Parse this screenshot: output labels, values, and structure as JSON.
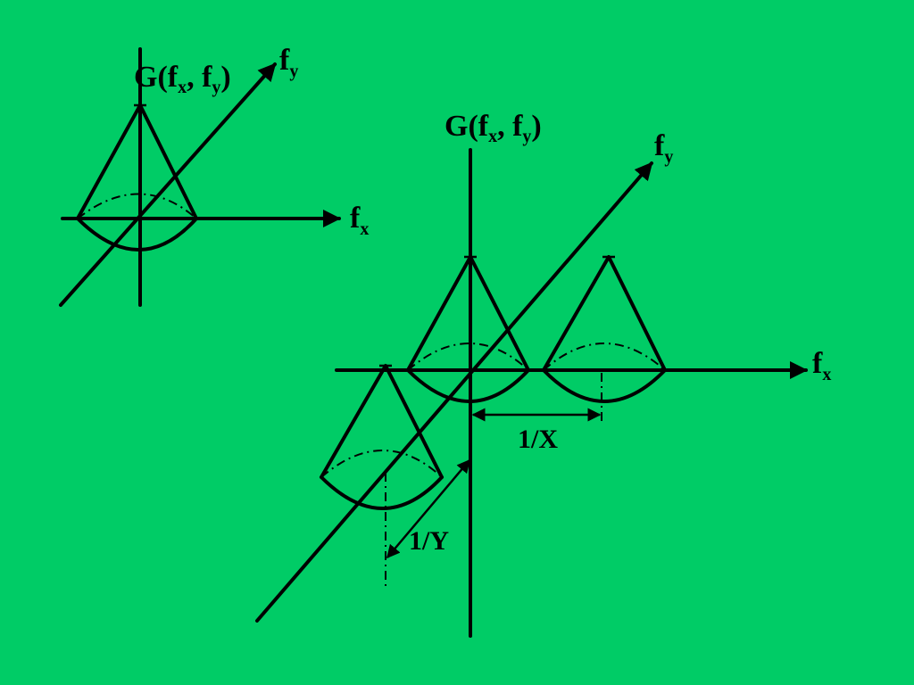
{
  "background": "#00cc66",
  "line_color": "#000000",
  "small_diagram": {
    "g_func": {
      "main": "G(f",
      "sub1": "x",
      "sep": ", f",
      "sub2": "y",
      "close": ")"
    },
    "fy": {
      "main": "f",
      "sub": "y"
    },
    "fx": {
      "main": "f",
      "sub": "x"
    }
  },
  "large_diagram": {
    "g_func": {
      "main": "G(f",
      "sub1": "x",
      "sep": ", f",
      "sub2": "y",
      "close": ")"
    },
    "fy": {
      "main": "f",
      "sub": "y"
    },
    "fx": {
      "main": "f",
      "sub": "x"
    },
    "spacing_x": "1/X",
    "spacing_y": "1/Y"
  }
}
